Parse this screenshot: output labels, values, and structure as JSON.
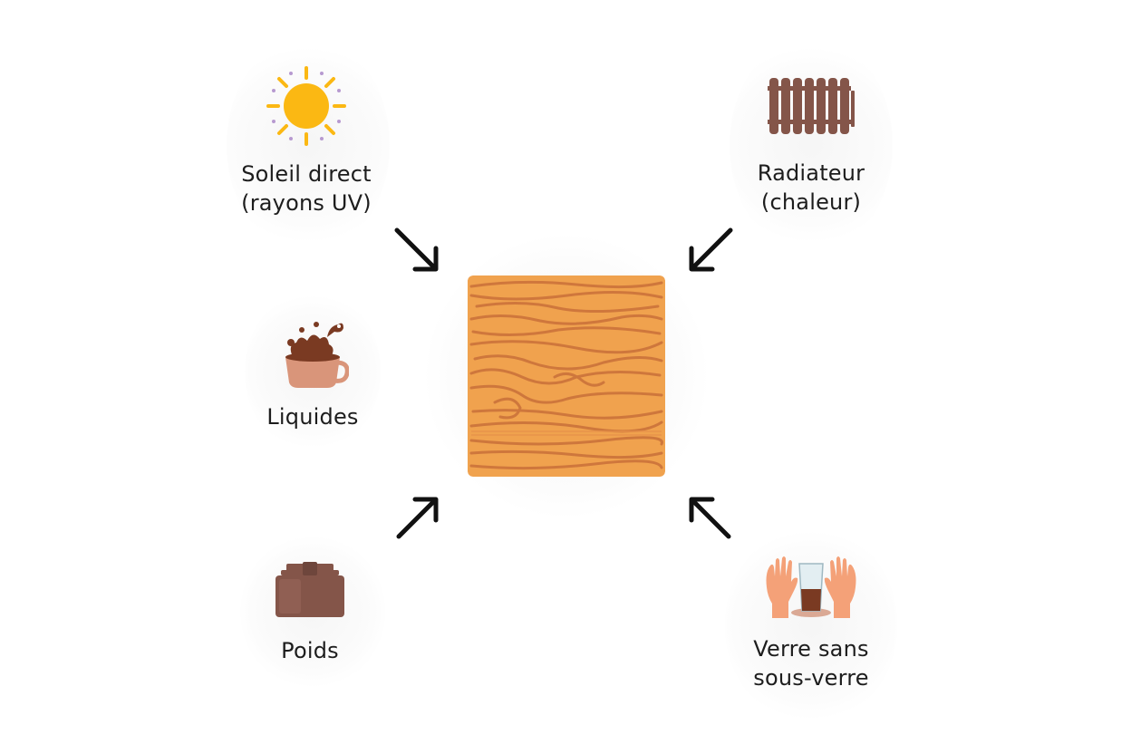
{
  "diagram": {
    "center": {
      "icon": "wood-board-icon"
    },
    "nodes": {
      "sun": {
        "label_line1": "Soleil direct",
        "label_line2": "(rayons UV)",
        "icon": "sun-icon"
      },
      "radiator": {
        "label_line1": "Radiateur",
        "label_line2": "(chaleur)",
        "icon": "radiator-icon"
      },
      "liquids": {
        "label_line1": "Liquides",
        "icon": "coffee-splash-icon"
      },
      "weight": {
        "label_line1": "Poids",
        "icon": "weight-block-icon"
      },
      "glass": {
        "label_line1": "Verre sans",
        "label_line2": "sous-verre",
        "icon": "glass-hands-icon"
      }
    },
    "colors": {
      "wood": "#f0a24e",
      "wood_grain": "#c9703a",
      "sun": "#fbb813",
      "radiator": "#845549",
      "coffee": "#7a3a22",
      "weight": "#845549",
      "hands": "#f4a178",
      "arrow": "#111111"
    }
  }
}
